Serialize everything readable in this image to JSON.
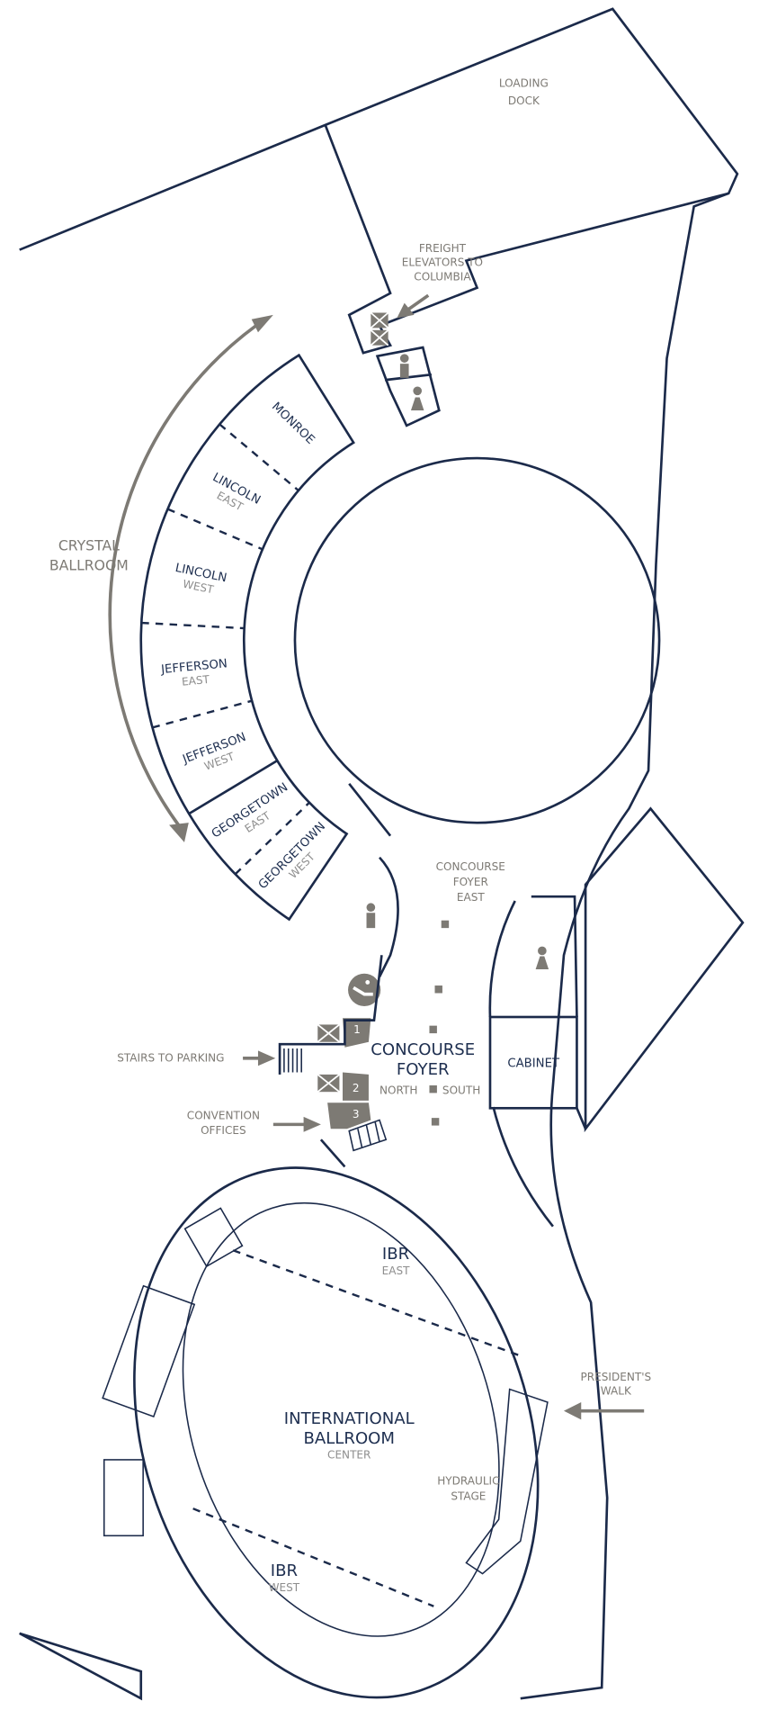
{
  "labels": {
    "loading_dock": [
      "LOADING",
      "DOCK"
    ],
    "freight": [
      "FREIGHT",
      "ELEVATORS TO",
      "COLUMBIA"
    ],
    "crystal_ballroom": [
      "CRYSTAL",
      "BALLROOM"
    ],
    "concourse_foyer_east": [
      "CONCOURSE",
      "FOYER",
      "EAST"
    ],
    "concourse_foyer": [
      "CONCOURSE",
      "FOYER"
    ],
    "north": "NORTH",
    "south": "SOUTH",
    "cabinet": "CABINET",
    "stairs_to_parking": "STAIRS TO PARKING",
    "convention_offices": [
      "CONVENTION",
      "OFFICES"
    ],
    "presidents_walk": [
      "PRESIDENT'S",
      "WALK"
    ],
    "hydraulic_stage": [
      "HYDRAULIC",
      "STAGE"
    ],
    "ibr_east": [
      "IBR",
      "EAST"
    ],
    "ibr_west": [
      "IBR",
      "WEST"
    ],
    "international_ballroom": [
      "INTERNATIONAL",
      "BALLROOM",
      "CENTER"
    ],
    "elevators": [
      "1",
      "2",
      "3"
    ]
  },
  "crystal_rooms": [
    {
      "name": "MONROE",
      "sub": ""
    },
    {
      "name": "LINCOLN",
      "sub": "EAST"
    },
    {
      "name": "LINCOLN",
      "sub": "WEST"
    },
    {
      "name": "JEFFERSON",
      "sub": "EAST"
    },
    {
      "name": "JEFFERSON",
      "sub": "WEST"
    },
    {
      "name": "GEORGETOWN",
      "sub": "EAST"
    },
    {
      "name": "GEORGETOWN",
      "sub": "WEST"
    }
  ],
  "colors": {
    "wall": "#1b2a4a",
    "icon": "#7d7a74",
    "label": "#1e2f50",
    "sublabel": "#8e8e8e"
  }
}
